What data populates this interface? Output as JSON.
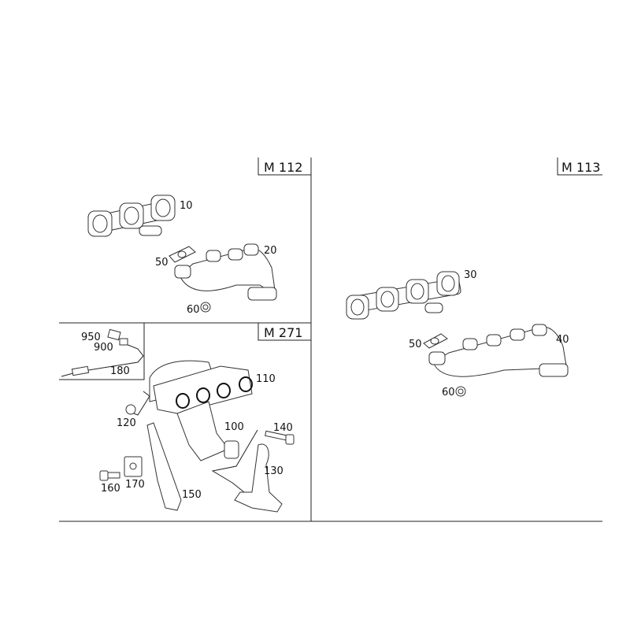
{
  "sections": {
    "m112": {
      "title": "M 112",
      "callouts": [
        "10",
        "20",
        "50",
        "60"
      ]
    },
    "m113": {
      "title": "M 113",
      "callouts": [
        "30",
        "40",
        "50",
        "60"
      ]
    },
    "m271": {
      "title": "M 271",
      "callouts": [
        "950",
        "900",
        "180",
        "110",
        "120",
        "100",
        "140",
        "130",
        "160",
        "170",
        "150"
      ]
    }
  }
}
